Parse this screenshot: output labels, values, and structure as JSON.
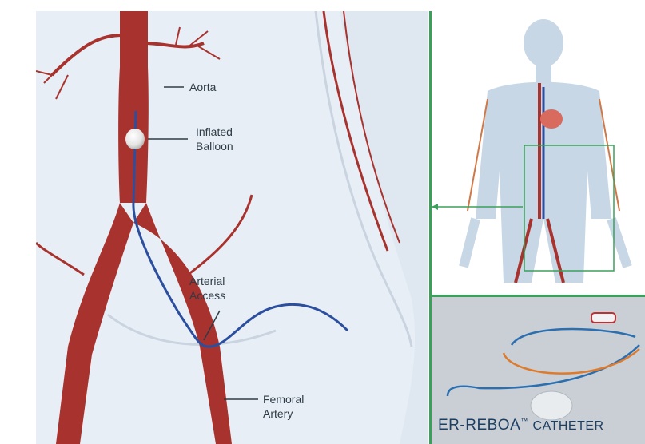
{
  "labels": {
    "aorta": "Aorta",
    "inflated_balloon_line1": "Inflated",
    "inflated_balloon_line2": "Balloon",
    "arterial_access_line1": "Arterial",
    "arterial_access_line2": "Access",
    "femoral_artery_line1": "Femoral",
    "femoral_artery_line2": "Artery"
  },
  "product": {
    "name": "ER-REBOA",
    "trademark": "™",
    "suffix": "CATHETER"
  },
  "colors": {
    "artery": "#a8322e",
    "catheter": "#2b4f9e",
    "body": "#dfe8f1",
    "frame": "#3aa05a",
    "caption": "#1c3f63"
  }
}
